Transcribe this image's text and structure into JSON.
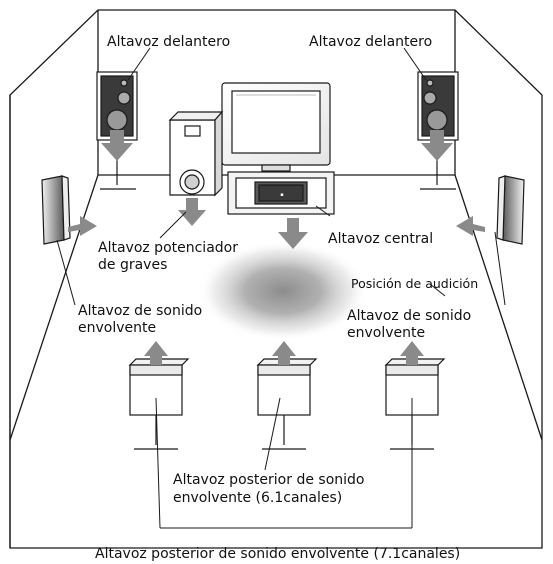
{
  "labels": {
    "front_left": "Altavoz delantero",
    "front_right": "Altavoz delantero",
    "subwoofer_line1": "Altavoz potenciador",
    "subwoofer_line2": "de graves",
    "center": "Altavoz central",
    "listening_position": "Posición de audición",
    "surround_left_line1": "Altavoz de sonido",
    "surround_left_line2": "envolvente",
    "surround_right_line1": "Altavoz de sonido",
    "surround_right_line2": "envolvente",
    "rear_61_line1": "Altavoz posterior de sonido",
    "rear_61_line2": "envolvente (6.1canales)",
    "rear_71": "Altavoz posterior de sonido envolvente (7.1canales)"
  },
  "colors": {
    "line": "#1a1a1a",
    "arrow": "#8a8a8a",
    "listening_area": "#a0a0a0",
    "speaker_front": "#e6e6e6",
    "background": "#ffffff"
  }
}
